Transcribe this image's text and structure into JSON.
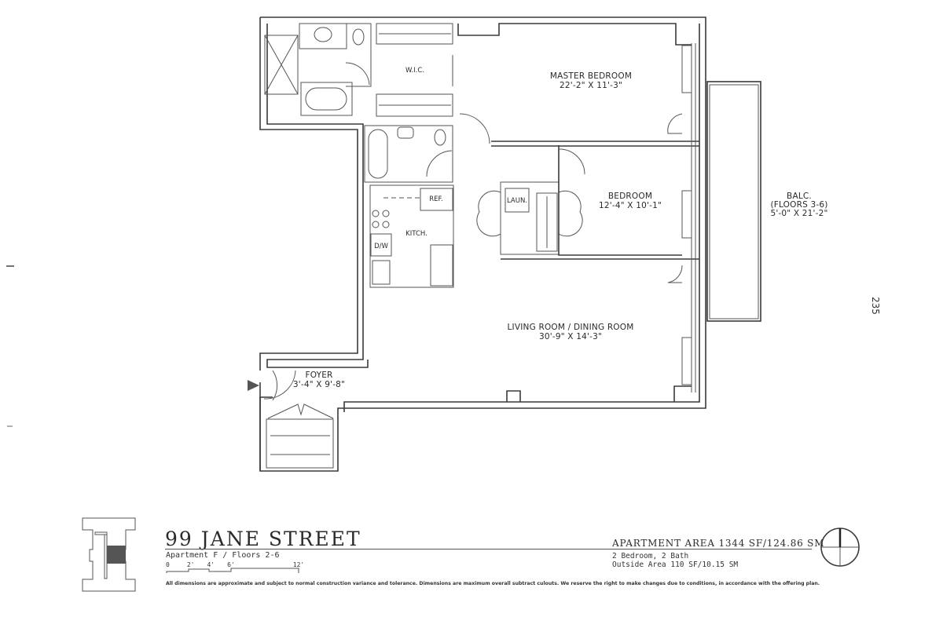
{
  "building": {
    "name": "99 JANE STREET",
    "apartment_line": "Apartment F / Floors 2-6"
  },
  "scale_bar": {
    "labels": [
      "0",
      "2'",
      "4'",
      "6'",
      "12'"
    ]
  },
  "area": {
    "apartment_area": "APARTMENT AREA 1344 SF/124.86 SM",
    "layout": "2 Bedroom, 2 Bath",
    "outside_area": "Outside Area 110 SF/10.15 SM"
  },
  "disclaimer": "All dimensions are approximate and subject to normal construction variance and tolerance. Dimensions are maximum overall subtract culouts. We reserve the right to make changes due to conditions, in accordance with the offering plan.",
  "page_number": "235",
  "rooms": {
    "wic": {
      "name": "W.I.C."
    },
    "master_bedroom": {
      "name": "MASTER BEDROOM",
      "dims": "22'-2\" X 11'-3\""
    },
    "bedroom": {
      "name": "BEDROOM",
      "dims": "12'-4\" X 10'-1\""
    },
    "living": {
      "name": "LIVING ROOM / DINING ROOM",
      "dims": "30'-9\" X 14'-3\""
    },
    "foyer": {
      "name": "FOYER",
      "dims": "3'-4\" X 9'-8\""
    },
    "kitchen": {
      "name": "KITCH."
    },
    "laundry": {
      "name": "LAUN."
    },
    "refrigerator": {
      "name": "REF."
    },
    "dishwasher": {
      "name": "D/W"
    },
    "balcony": {
      "name": "BALC.",
      "note": "(FLOORS 3-6)",
      "dims": "5'-0\" X 21'-2\""
    }
  },
  "colors": {
    "line": "#3a3a3a",
    "key_plan_fill": "#555555",
    "background": "#ffffff"
  }
}
